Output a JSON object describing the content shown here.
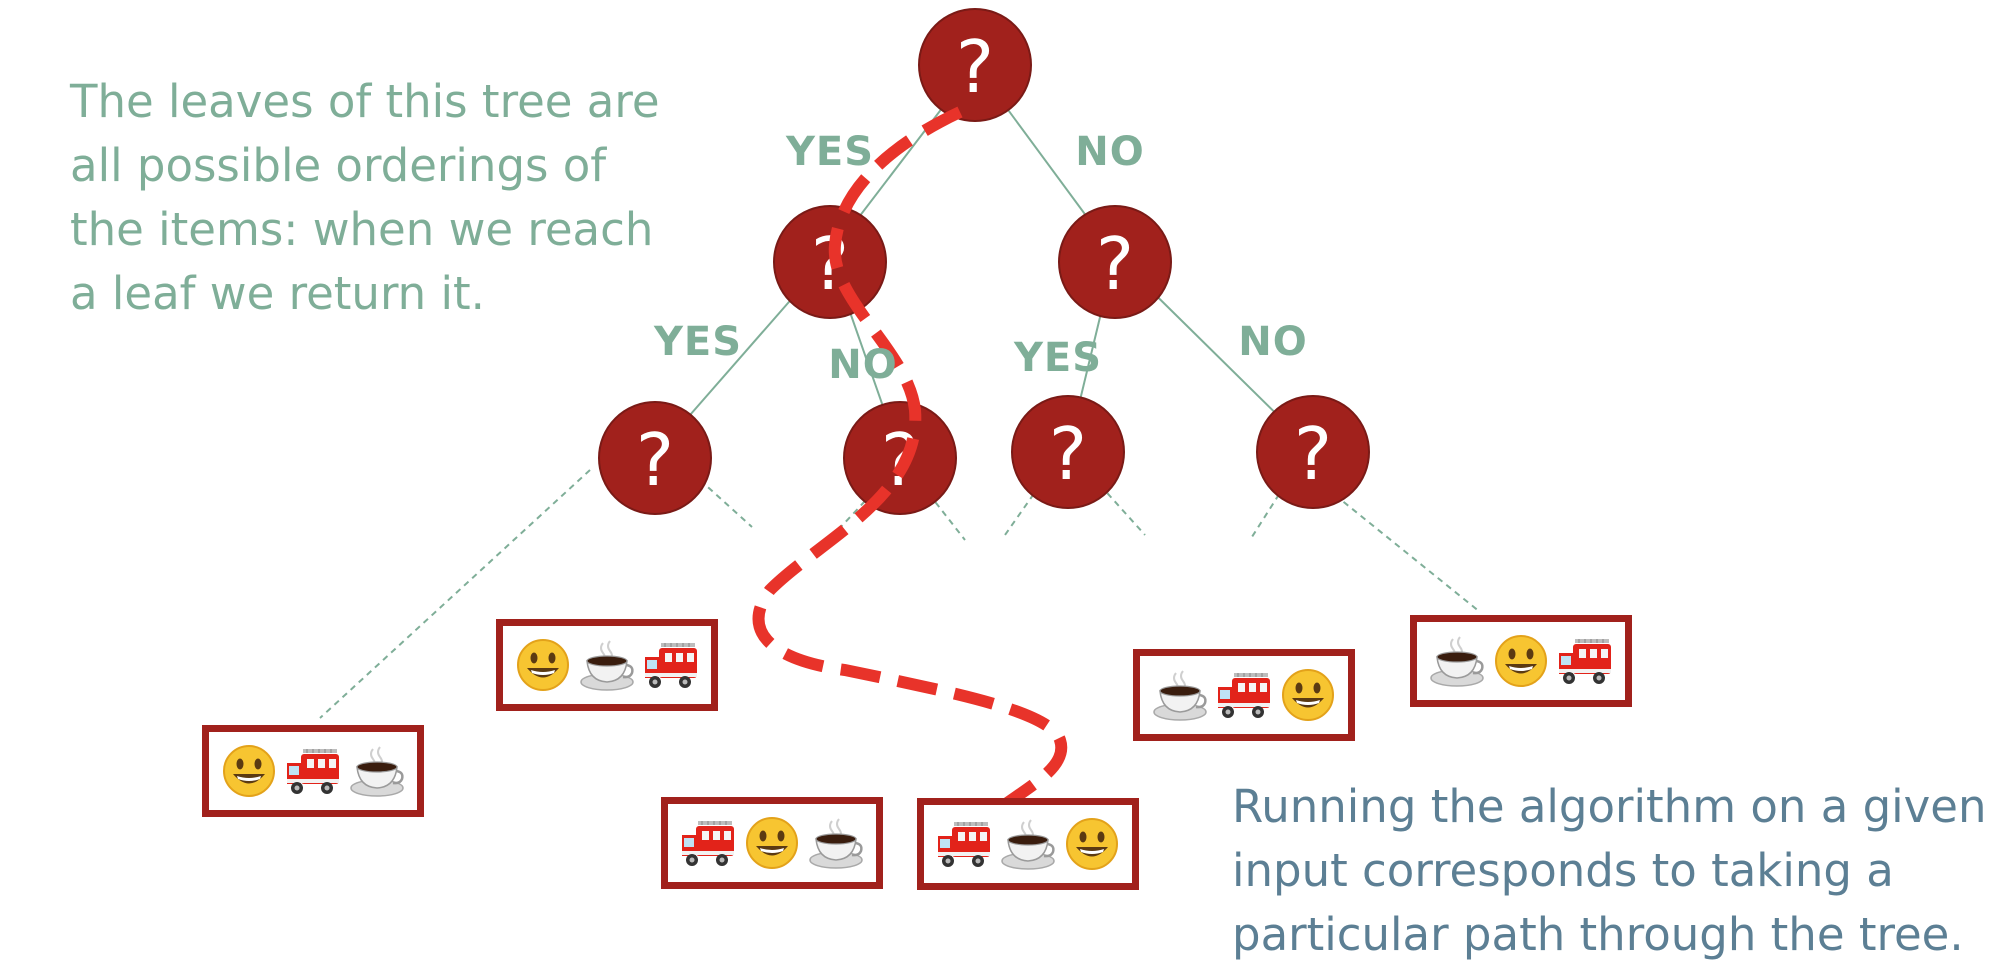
{
  "captions": {
    "top": "The leaves of this tree are all possible orderings of the items: when we reach a leaf we return it.",
    "bottom": "Running the algorithm on a given input corresponds to taking a particular path through the tree."
  },
  "edge_labels": {
    "root_yes": "YES",
    "root_no": "NO",
    "left_yes": "YES",
    "left_no": "NO",
    "right_yes": "YES",
    "right_no": "NO"
  },
  "node_symbol": "?",
  "leaves": [
    [
      "smiley-face-icon",
      "fire-engine-icon",
      "coffee-cup-icon"
    ],
    [
      "smiley-face-icon",
      "coffee-cup-icon",
      "fire-engine-icon"
    ],
    [
      "fire-engine-icon",
      "smiley-face-icon",
      "coffee-cup-icon"
    ],
    [
      "fire-engine-icon",
      "coffee-cup-icon",
      "smiley-face-icon"
    ],
    [
      "coffee-cup-icon",
      "fire-engine-icon",
      "smiley-face-icon"
    ],
    [
      "coffee-cup-icon",
      "smiley-face-icon",
      "fire-engine-icon"
    ]
  ],
  "colors": {
    "node_fill": "#a1211c",
    "edge": "#7fae98",
    "top_caption": "#7fae98",
    "bottom_caption": "#5c7f94",
    "path": "#e8332a",
    "leaf_border": "#a1211c"
  }
}
